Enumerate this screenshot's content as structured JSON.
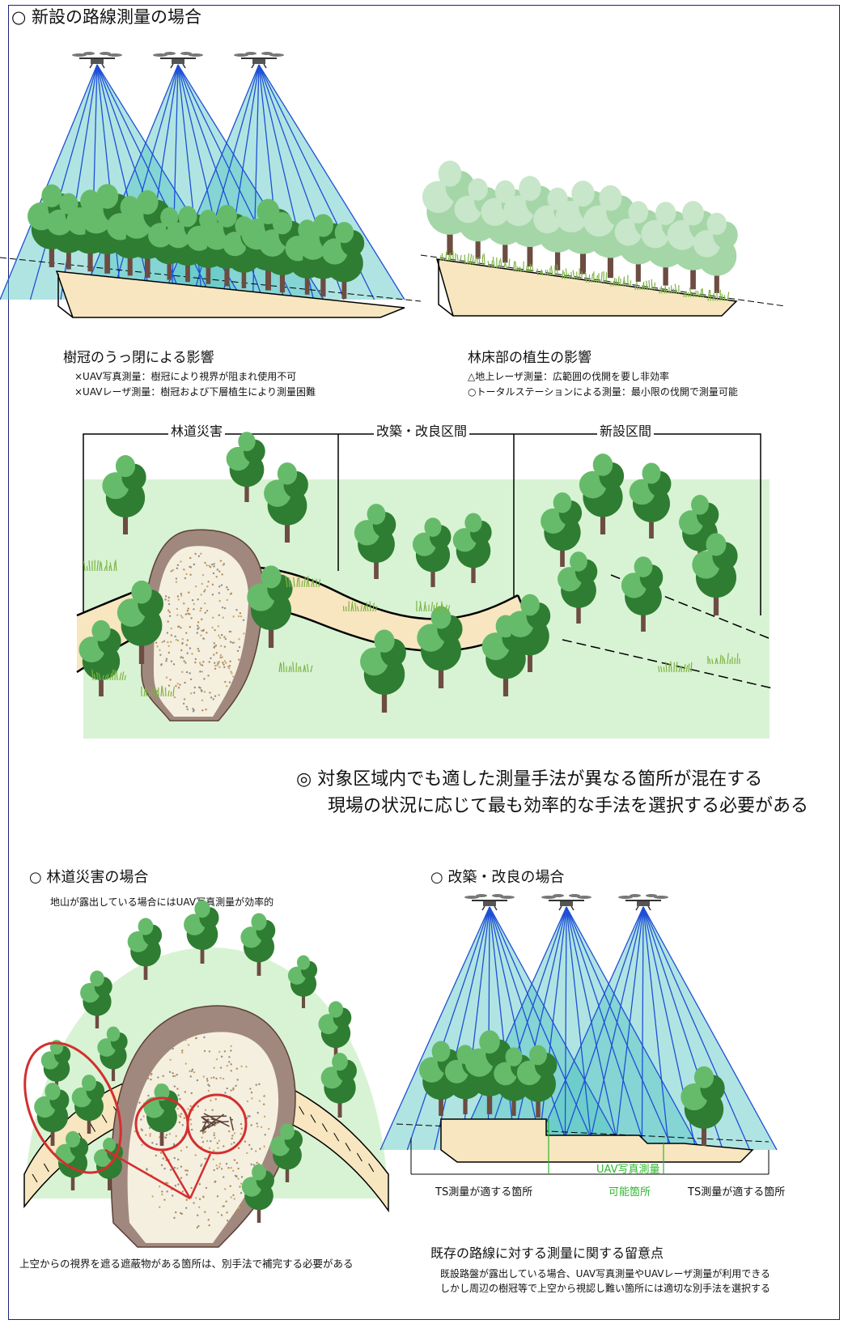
{
  "section_new": {
    "title": "○ 新設の路線測量の場合",
    "left": {
      "caption": "樹冠のうっ閉による影響",
      "items": [
        "×UAV写真測量：樹冠により視界が阻まれ使用不可",
        "×UAVレーザ測量：樹冠および下層植生により測量困難"
      ]
    },
    "right": {
      "caption": "林床部の植生の影響",
      "items": [
        "△地上レーザ測量：広範囲の伐開を要し非効率",
        "○トータルステーションによる測量：最小限の伐開で測量可能"
      ]
    }
  },
  "overview": {
    "zones": [
      "林道災害",
      "改築・改良区間",
      "新設区間"
    ],
    "note_line1": "◎ 対象区域内でも適した測量手法が異なる箇所が混在する",
    "note_line2": "現場の状況に応じて最も効率的な手法を選択する必要がある"
  },
  "section_disaster": {
    "title": "○ 林道災害の場合",
    "sub": "地山が露出している場合にはUAV写真測量が効率的",
    "note": "上空からの視界を遮る遮蔽物がある箇所は、別手法で補完する必要がある"
  },
  "section_improve": {
    "title": "○ 改築・改良の場合",
    "label_ts_left": "TS測量が適する箇所",
    "label_uav_1": "UAV写真測量",
    "label_uav_2": "可能箇所",
    "label_ts_right": "TS測量が適する箇所",
    "caption": "既存の路線に対する測量に関する留意点",
    "lines": [
      "既設路盤が露出している場合、UAV写真測量やUAVレーザ測量が利用できる",
      "しかし周辺の樹冠等で上空から視認し難い箇所には適切な別手法を選択する"
    ]
  },
  "colors": {
    "tree_dark": "#2e7d32",
    "tree_light": "#66bb6a",
    "ground": "#f7e6c0",
    "beam_fill": "#4fc3c0",
    "beam_line": "#1e4fd6",
    "meadow": "#d8f3d4",
    "landslide_rim": "#a1887f",
    "annotation_red": "#d32f2f",
    "uav_green": "#2eb82e"
  }
}
